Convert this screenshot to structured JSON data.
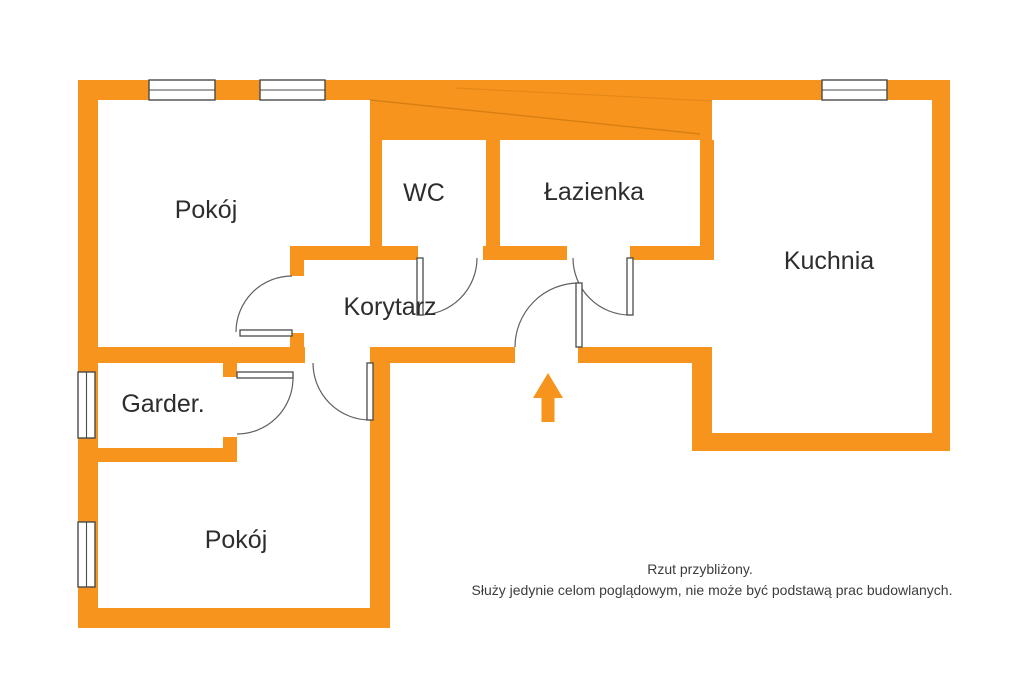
{
  "plan": {
    "rooms": [
      {
        "id": "pokoj-gorny",
        "label": "Pokój"
      },
      {
        "id": "wc",
        "label": "WC"
      },
      {
        "id": "lazienka",
        "label": "Łazienka"
      },
      {
        "id": "kuchnia",
        "label": "Kuchnia"
      },
      {
        "id": "korytarz",
        "label": "Korytarz"
      },
      {
        "id": "garderoba",
        "label": "Garder."
      },
      {
        "id": "pokoj-dolny",
        "label": "Pokój"
      }
    ],
    "icons": {
      "entrance_arrow": "up-arrow"
    },
    "disclaimer": {
      "line1": "Rzut przybliżony.",
      "line2": "Służy jedynie celom poglądowym, nie może być podstawą prac budowlanych."
    },
    "colors": {
      "wall": "#F7941D",
      "door_line": "#4A4A4A",
      "window_border": "#4A4A4A",
      "room_text": "#2D2D2D",
      "disclaimer_text": "#3C3C3C",
      "background": "#FFFFFF"
    }
  }
}
